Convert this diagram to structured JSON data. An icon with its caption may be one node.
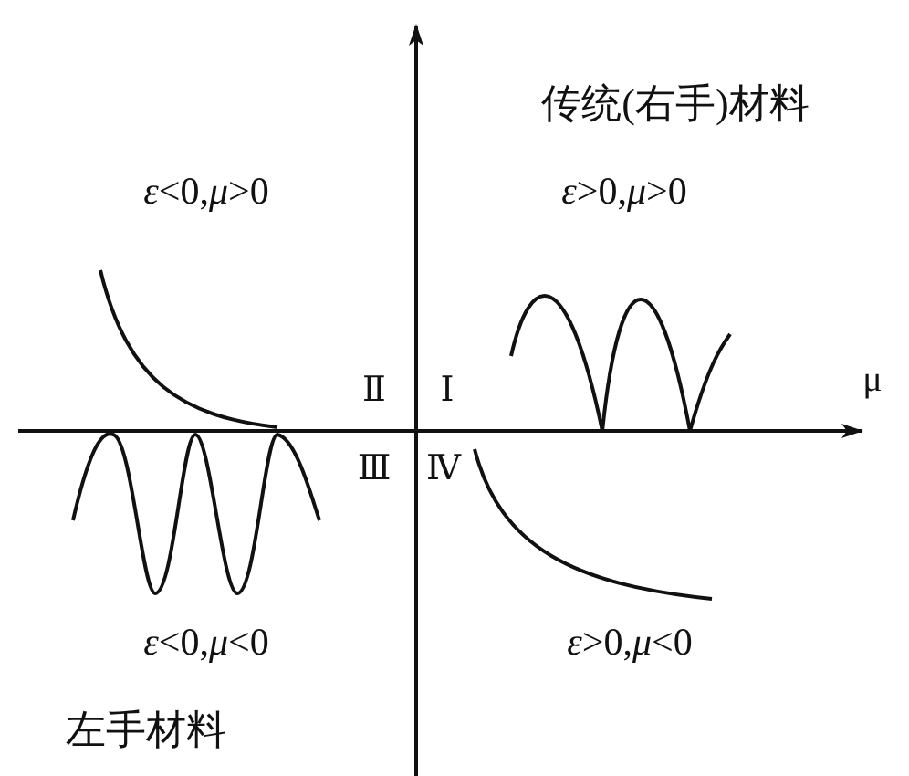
{
  "diagram": {
    "labels": [
      "传统(右手)材料",
      "*ε*<0,*μ*>0",
      "*ε*>0,*μ*>0",
      "Ⅱ",
      "Ⅰ",
      "μ",
      "Ⅲ",
      "Ⅳ",
      "*ε*<0,*μ*<0",
      "*ε*>0,*μ*<0",
      "左手材料"
    ]
  }
}
